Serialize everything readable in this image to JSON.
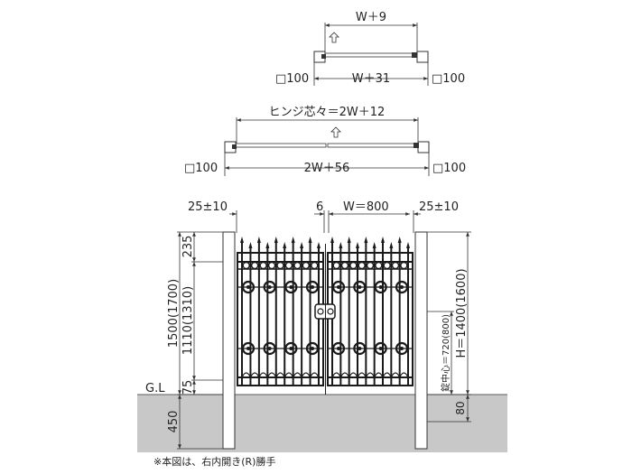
{
  "plan_single": {
    "top_label": "W＋9",
    "bottom_label": "W＋31",
    "post_left": "□100",
    "post_right": "□100"
  },
  "plan_double": {
    "top_label": "ヒンジ芯々＝2W＋12",
    "bottom_label": "2W＋56",
    "post_left": "□100",
    "post_right": "□100"
  },
  "elevation": {
    "gap_left": "25±10",
    "gap_center": "6",
    "width": "W＝800",
    "gap_right": "25±10",
    "dim_235": "235",
    "dim_total": "1500(1700)",
    "dim_mid": "1110(1310)",
    "dim_75": "75",
    "dim_450": "450",
    "ground_label": "G.L",
    "height": "H＝1400(1600)",
    "lock_center": "錠中心＝720(800)",
    "dim_80": "80"
  },
  "footnote": "※本図は、右内開き(R)勝手"
}
